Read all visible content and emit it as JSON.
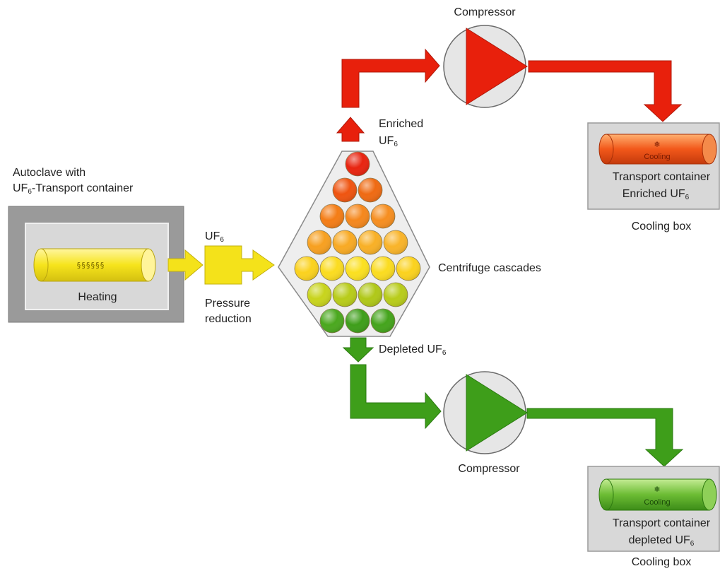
{
  "autoclave": {
    "title_line1": "Autoclave with",
    "title_line2_prefix": "UF",
    "title_line2_sub": "6",
    "title_line2_suffix": "-Transport container",
    "heating_label": "Heating",
    "coil": "§§§§§§"
  },
  "uf6_feed": {
    "prefix": "UF",
    "sub": "6"
  },
  "pressure_reduction": {
    "line1": "Pressure",
    "line2": "reduction"
  },
  "cascade": {
    "label": "Centrifuge cascades",
    "rows": [
      [
        "#e82410"
      ],
      [
        "#ef5410",
        "#ef6a12"
      ],
      [
        "#f47d16",
        "#f5871c",
        "#f68e20"
      ],
      [
        "#f7a020",
        "#f8aa24",
        "#f8b026",
        "#f9b42a"
      ],
      [
        "#fbd21e",
        "#fbdc20",
        "#fbe020",
        "#fbdc20",
        "#fbd21e"
      ],
      [
        "#c8d41c",
        "#b8cc1a",
        "#b0c818",
        "#b8cc1a"
      ],
      [
        "#4aa81e",
        "#3e9e1a",
        "#44a41c"
      ]
    ]
  },
  "enriched": {
    "line1": "Enriched",
    "line2_prefix": "UF",
    "line2_sub": "6"
  },
  "depleted": {
    "prefix": "Depleted UF",
    "sub": "6"
  },
  "compressor_top": {
    "label": "Compressor"
  },
  "compressor_bottom": {
    "label": "Compressor"
  },
  "cooling_box_top": {
    "cylinder_text": "Cooling",
    "snowflake": "❄",
    "line1": "Transport container",
    "line2_prefix": "Enriched UF",
    "line2_sub": "6",
    "label": "Cooling box"
  },
  "cooling_box_bottom": {
    "cylinder_text": "Cooling",
    "snowflake": "❄",
    "line1": "Transport container",
    "line2_prefix": "depleted UF",
    "line2_sub": "6",
    "label": "Cooling box"
  },
  "colors": {
    "enriched": "#e8200c",
    "depleted": "#3e9e1a",
    "feed": "#f4e21a",
    "box_gray": "#9a9a9a",
    "inner_gray": "#d8d8d8"
  }
}
